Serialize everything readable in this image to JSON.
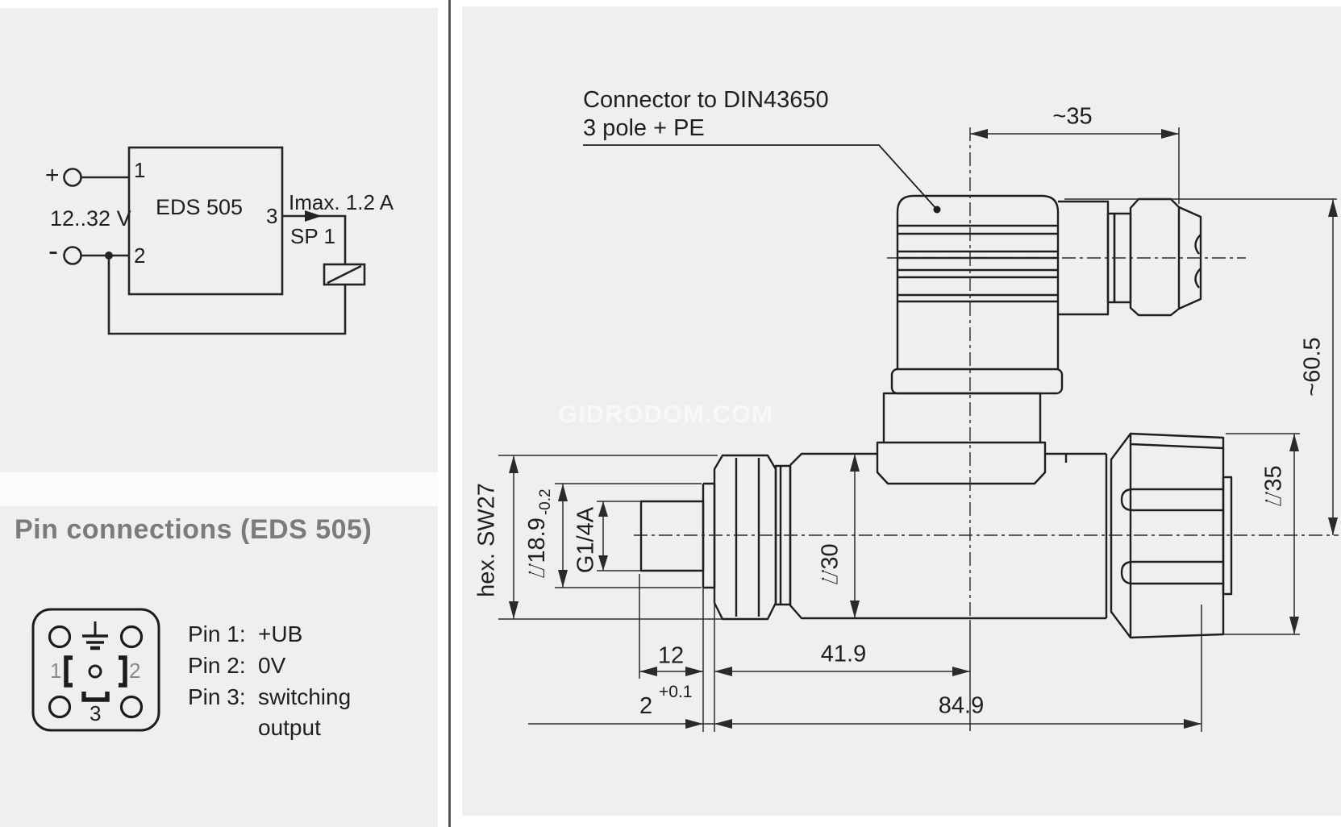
{
  "watermark": "GIDRODOM.COM",
  "left": {
    "circuit": {
      "supply_plus": "+",
      "supply_minus": "-",
      "supply_range": "12..32 V",
      "box_label": "EDS 505",
      "pin1": "1",
      "pin2": "2",
      "pin3": "3",
      "imax_label": "Imax. 1.2 A",
      "setpoint_label": "SP 1"
    },
    "pin_section": {
      "heading": "Pin connections (EDS 505)",
      "face": {
        "pin1": "1",
        "pin2": "2",
        "pin3": "3"
      },
      "rows": [
        {
          "label": "Pin 1:",
          "value": "+UB"
        },
        {
          "label": "Pin 2:",
          "value": "0V"
        },
        {
          "label": "Pin 3:",
          "value": "switching"
        },
        {
          "label": "",
          "value": "output"
        }
      ]
    }
  },
  "right": {
    "note_line1": "Connector to DIN43650",
    "note_line2": "3 pole + PE",
    "dims": {
      "width_top": "~35",
      "height": "~60.5",
      "cap_dia": "⌰35",
      "body_dia": "⌰30",
      "hex": "hex. SW27",
      "port_dia": "⌰18.9",
      "port_tol": "-0.2",
      "thread": "G1/4A",
      "thread_len": "12",
      "seal": "2",
      "seal_tol": "+0.1",
      "len_to_axis": "41.9",
      "total_len": "84.9"
    }
  }
}
